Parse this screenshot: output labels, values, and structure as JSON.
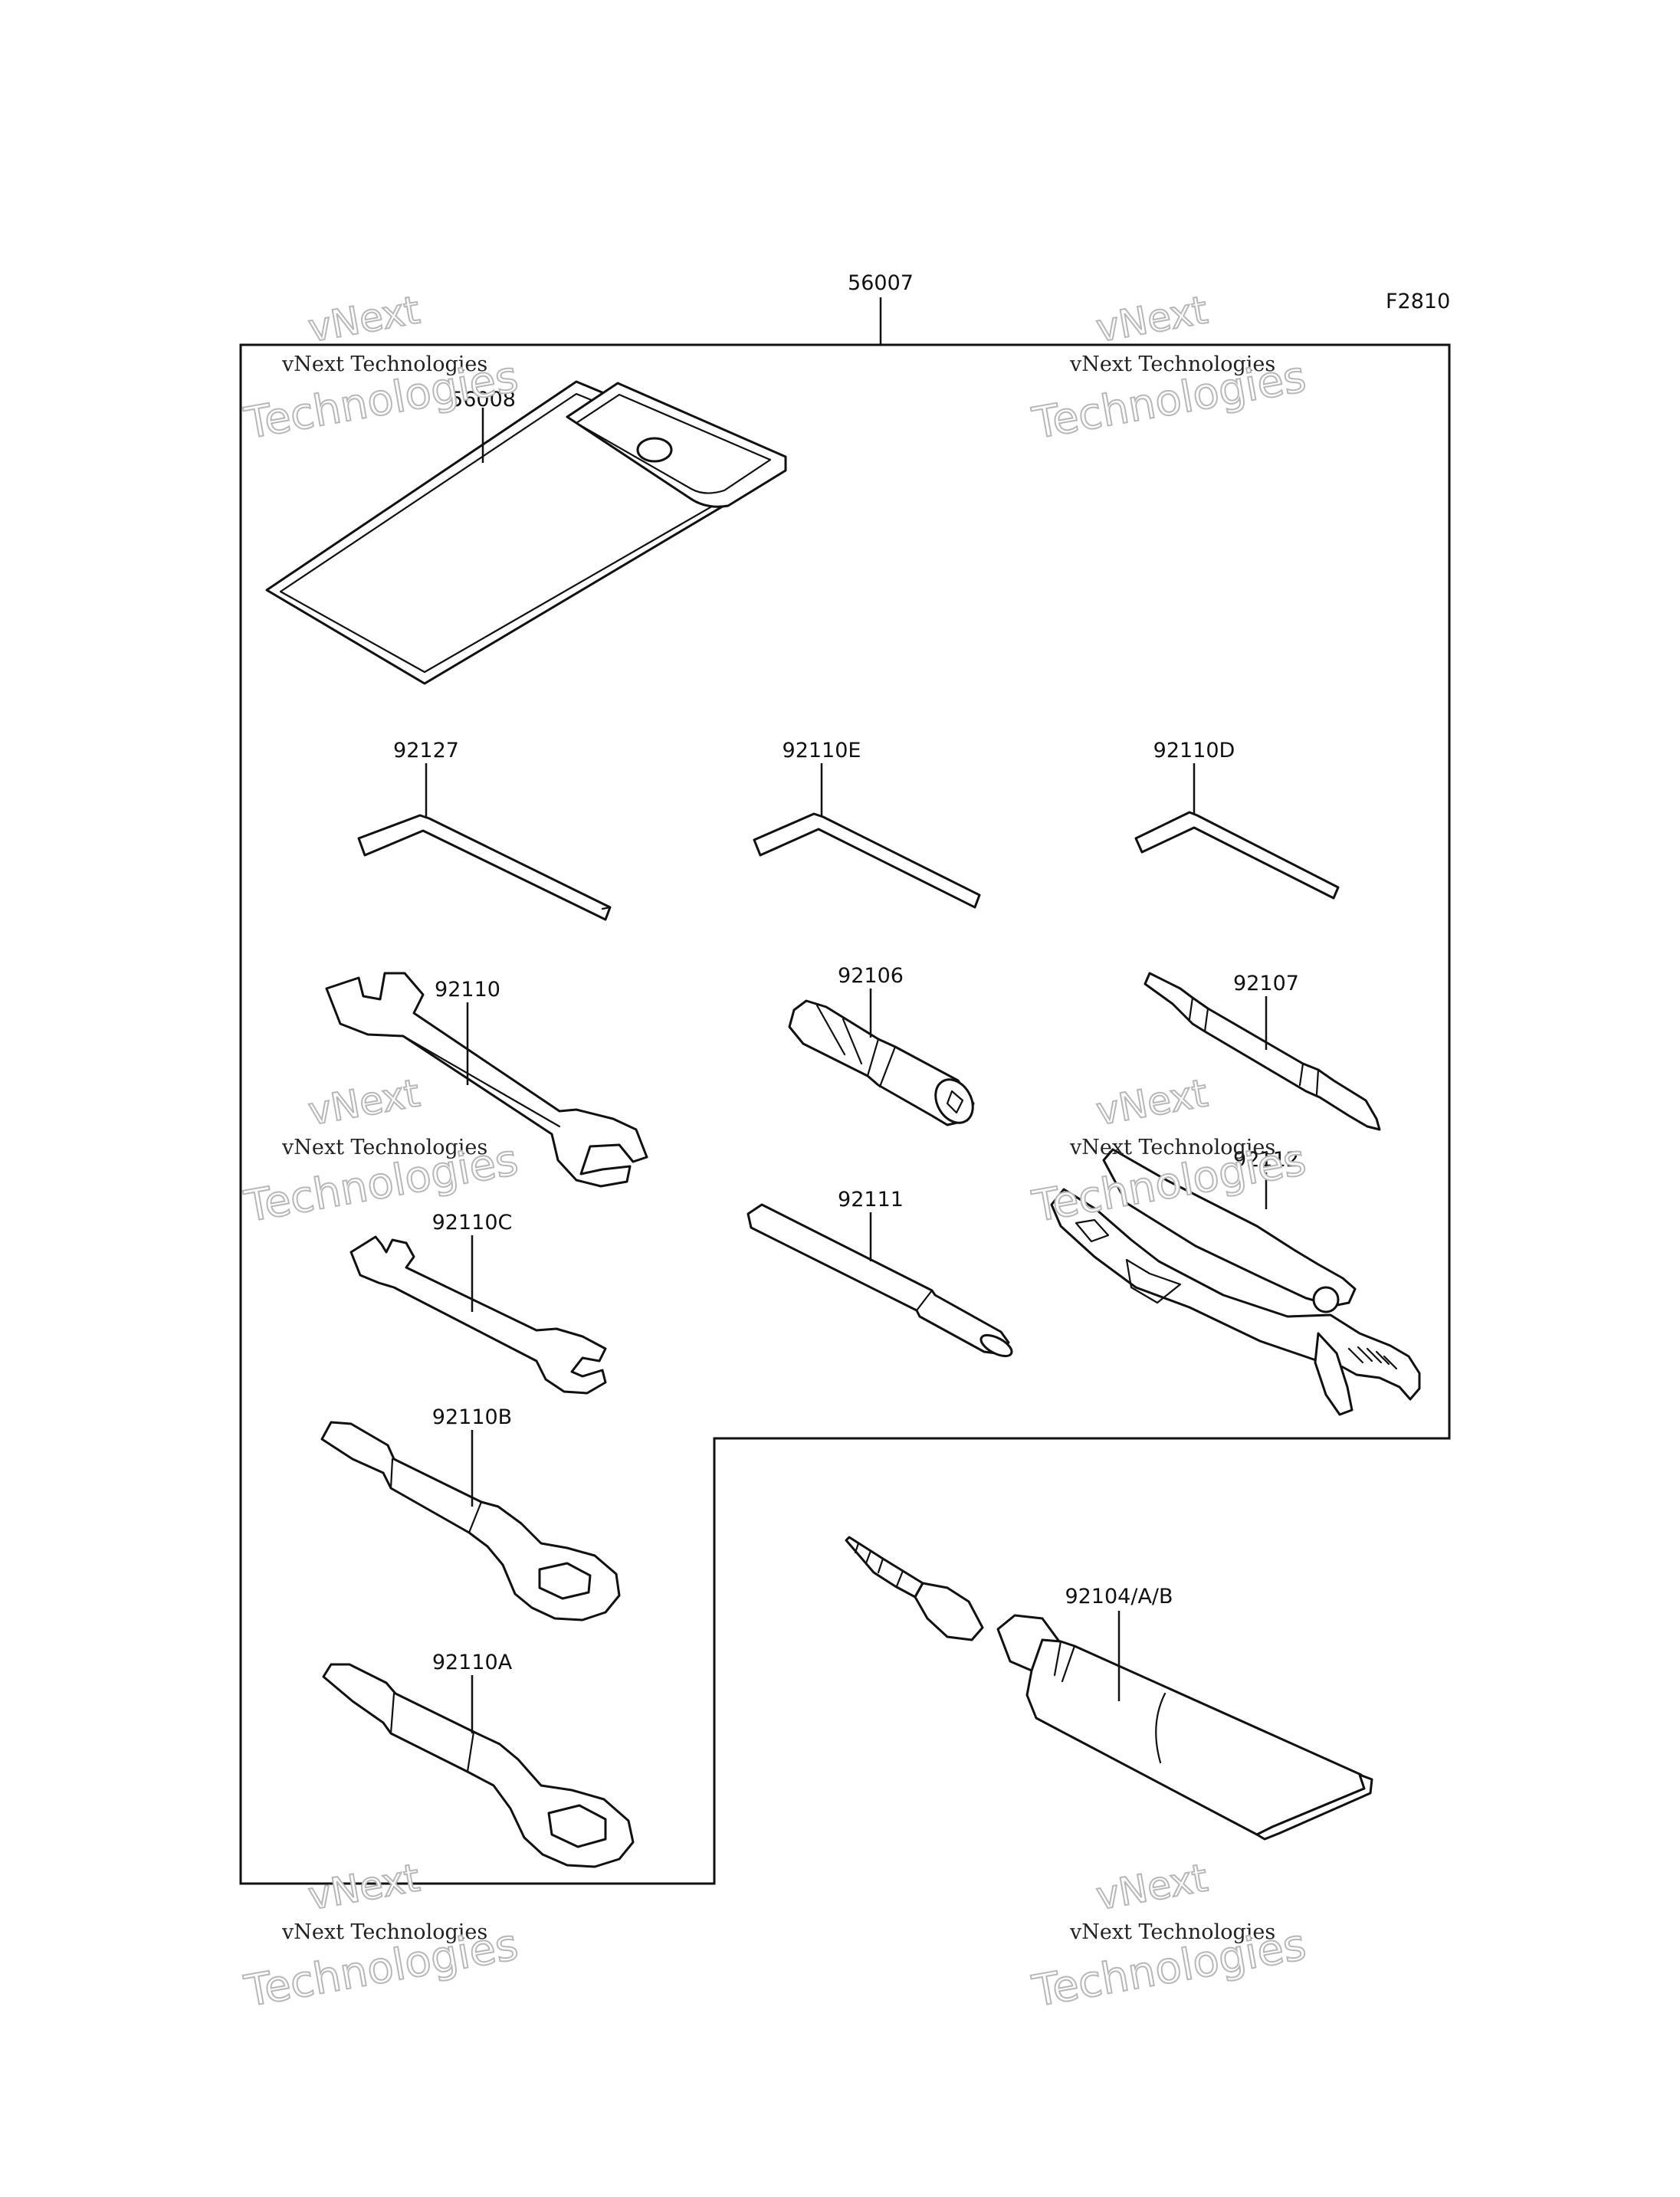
{
  "figure_id": "F2810",
  "kit_number": "56007",
  "parts": {
    "pouch": "56008",
    "hex_key_large": "92127",
    "hex_key_medium": "92110E",
    "hex_key_small": "92110D",
    "open_wrench_large": "92110",
    "socket": "92106",
    "screwdriver": "92107",
    "bar": "92111",
    "pliers": "92112",
    "open_wrench_small": "92110C",
    "ring_wrench_b": "92110B",
    "ring_wrench_a": "92110A",
    "tube": "92104/A/B"
  },
  "watermark": {
    "line1": "vNext Technologies",
    "line2": "vNext",
    "line3": "Technologies"
  }
}
